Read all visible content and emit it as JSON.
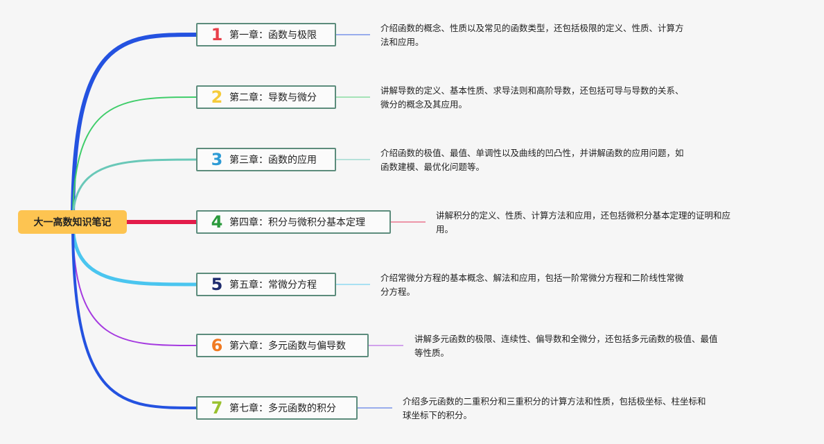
{
  "root": {
    "label": "大一高数知识笔记",
    "color": "#fdc451"
  },
  "chapters": [
    {
      "num": "1",
      "num_color": "#e8404a",
      "line_color": "#2452e0",
      "label": "第一章：函数与极限",
      "desc1": "介绍函数的概念、性质以及常见的函数类型，还包括极限的定义、性质、计算方",
      "desc2": "法和应用。"
    },
    {
      "num": "2",
      "num_color": "#f5cb3a",
      "line_color": "#3fcd6a",
      "label": "第二章：导数与微分",
      "desc1": "讲解导数的定义、基本性质、求导法则和高阶导数，还包括可导与导数的关系、",
      "desc2": "微分的概念及其应用。"
    },
    {
      "num": "3",
      "num_color": "#2d9bd5",
      "line_color": "#69c8b8",
      "label": "第三章：函数的应用",
      "desc1": "介绍函数的极值、最值、单调性以及曲线的凹凸性，并讲解函数的应用问题，如",
      "desc2": "函数建模、最优化问题等。"
    },
    {
      "num": "4",
      "num_color": "#2a9a3c",
      "line_color": "#e31c4a",
      "label": "第四章：积分与微积分基本定理",
      "desc1": "讲解积分的定义、性质、计算方法和应用，还包括微积分基本定理的证明和应",
      "desc2": "用。"
    },
    {
      "num": "5",
      "num_color": "#1f2c6e",
      "line_color": "#4ac5ef",
      "label": "第五章：常微分方程",
      "desc1": "介绍常微分方程的基本概念、解法和应用，包括一阶常微分方程和二阶线性常微",
      "desc2": "分方程。"
    },
    {
      "num": "6",
      "num_color": "#f07a22",
      "line_color": "#a53ae0",
      "label": "第六章：多元函数与偏导数",
      "desc1": "讲解多元函数的极限、连续性、偏导数和全微分，还包括多元函数的极值、最值",
      "desc2": "等性质。"
    },
    {
      "num": "7",
      "num_color": "#9ac12e",
      "line_color": "#2452e0",
      "label": "第七章：多元函数的积分",
      "desc1": "介绍多元函数的二重积分和三重积分的计算方法和性质，包括极坐标、柱坐标和",
      "desc2": "球坐标下的积分。"
    }
  ]
}
